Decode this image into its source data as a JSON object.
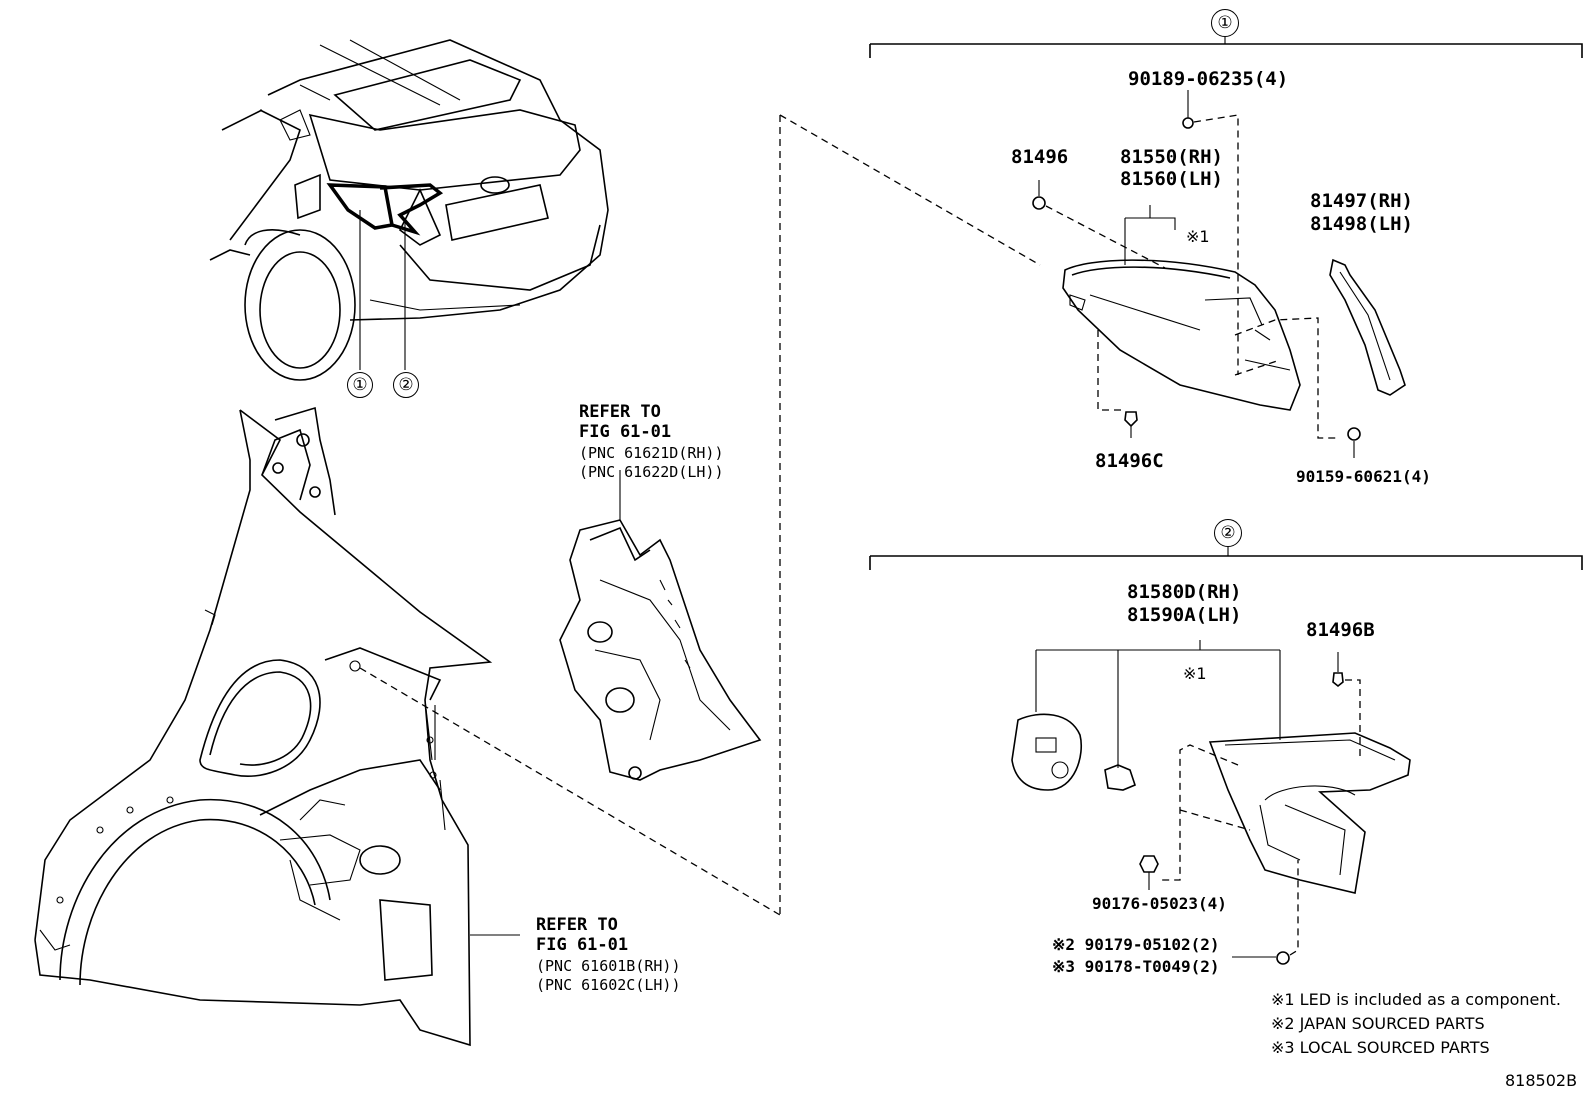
{
  "callouts": {
    "one": "①",
    "two": "②",
    "one_car": "①",
    "two_car": "②"
  },
  "group1": {
    "screw_top": "90189-06235(4)",
    "clip": "81496",
    "lamp_rh": "81550(RH)",
    "lamp_lh": "81560(LH)",
    "note_mark": "※1",
    "gasket_rh": "81497(RH)",
    "gasket_lh": "81498(LH)",
    "clip_c": "81496C",
    "screw_bottom": "90159-60621(4)"
  },
  "group2": {
    "lamp_rh": "81580D(RH)",
    "lamp_lh": "81590A(LH)",
    "note_mark": "※1",
    "clip_b": "81496B",
    "nut": "90176-05023(4)",
    "screw_jp": "※2 90179-05102(2)",
    "screw_local": "※3 90178-T0049(2)"
  },
  "refer_upper": {
    "line1": "REFER TO",
    "line2": "FIG 61-01",
    "line3": "(PNC 61621D(RH))",
    "line4": "(PNC 61622D(LH))"
  },
  "refer_lower": {
    "line1": "REFER TO",
    "line2": "FIG 61-01",
    "line3": "(PNC 61601B(RH))",
    "line4": "(PNC 61602C(LH))"
  },
  "notes": {
    "n1": "※1 LED is included as a component.",
    "n2": "※2 JAPAN SOURCED PARTS",
    "n3": "※3 LOCAL SOURCED PARTS"
  },
  "figure_code": "818502B"
}
